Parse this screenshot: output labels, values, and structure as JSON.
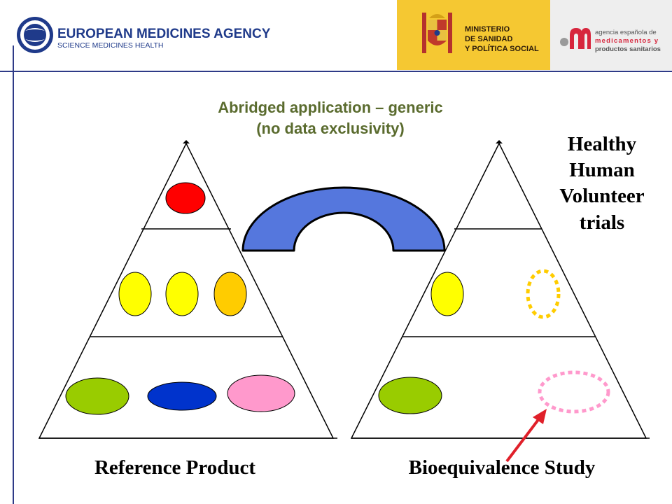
{
  "header": {
    "ema": {
      "name": "EUROPEAN MEDICINES AGENCY",
      "tagline": "SCIENCE  MEDICINES  HEALTH"
    },
    "ministry": {
      "line1": "MINISTERIO",
      "line2": "DE SANIDAD",
      "line3": "Y POLÍTICA SOCIAL",
      "panel_color": "#F5C832"
    },
    "aemps": {
      "line1": "agencia española de",
      "line2": "medicamentos y",
      "line3": "productos sanitarios",
      "accent_color": "#D7263D"
    }
  },
  "title": {
    "line1": "Abridged application – generic",
    "line2": "(no data exclusivity)",
    "color": "#5A6B2E"
  },
  "right_label": {
    "lines": [
      "Healthy",
      "Human",
      "Volunteer",
      "trials"
    ]
  },
  "captions": {
    "left": "Reference Product",
    "right": "Bioequivalence Study"
  },
  "colors": {
    "red": "#FF0000",
    "yellow": "#FFFF00",
    "orange_yellow": "#FFCC00",
    "green": "#99CC00",
    "blue": "#0033CC",
    "pink": "#FF99CC",
    "bridge": "#5577DD",
    "dotted_yellow": "#FFCC00",
    "dotted_pink": "#FF99CC",
    "arrow": "#E0202A",
    "frame_line": "#2E3A87"
  }
}
